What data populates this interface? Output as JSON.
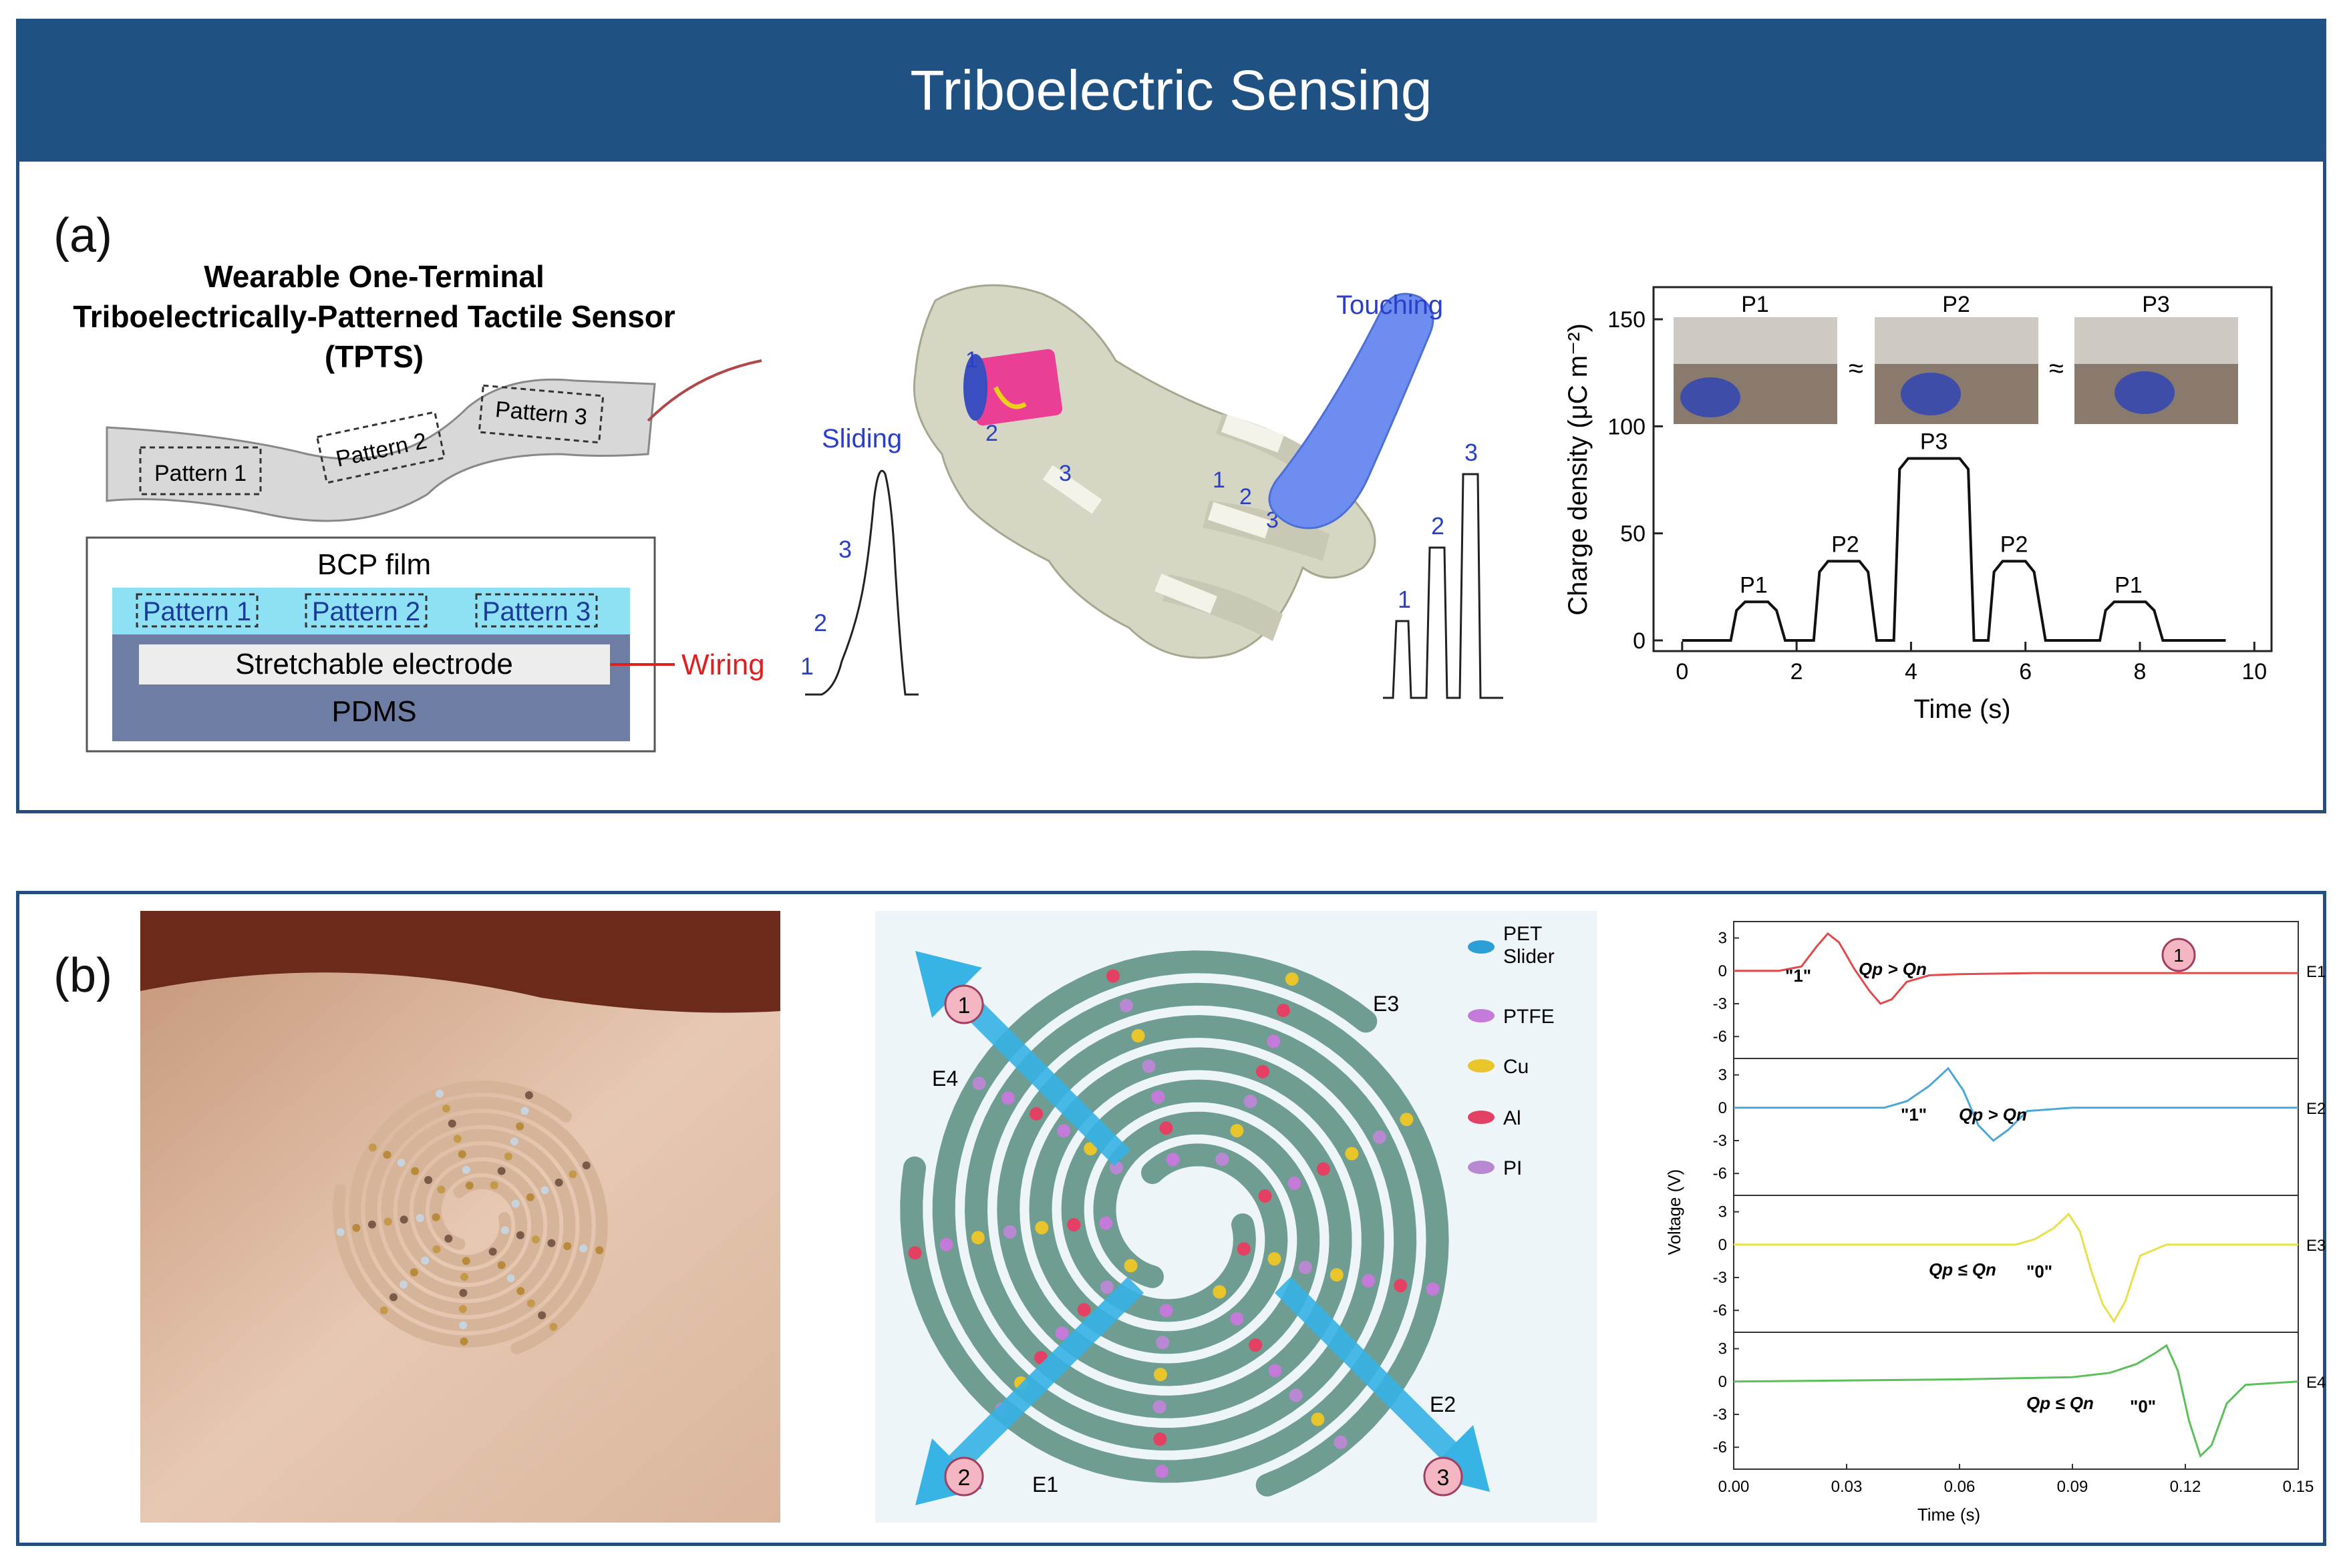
{
  "header": {
    "title": "Triboelectric Sensing"
  },
  "panel_a": {
    "label": "(a)",
    "sensor_title": [
      "Wearable One-Terminal",
      "Triboelectrically-Patterned Tactile Sensor",
      "(TPTS)"
    ],
    "strip_patterns": [
      "Pattern 1",
      "Pattern 2",
      "Pattern 3"
    ],
    "layers": {
      "bcp": "BCP film",
      "patterns": [
        "Pattern 1",
        "Pattern 2",
        "Pattern 3"
      ],
      "electrode": "Stretchable electrode",
      "pdms": "PDMS",
      "wiring": "Wiring"
    },
    "hand": {
      "sliding": "Sliding",
      "touching": "Touching",
      "labels": [
        "1",
        "2",
        "3"
      ]
    },
    "chart": {
      "photo_labels": [
        "P1",
        "P2",
        "P3"
      ],
      "approx_symbol": "≈",
      "point_labels": [
        "P1",
        "P2",
        "P3",
        "P2",
        "P1"
      ]
    }
  },
  "panel_b": {
    "label": "(b)",
    "spiral": {
      "electrodes": [
        "E1",
        "E2",
        "E3",
        "E4"
      ],
      "circles": [
        "1",
        "2",
        "3"
      ],
      "legend": [
        {
          "label": "PET Slider",
          "color": "#2d9fd6"
        },
        {
          "label": "PTFE",
          "color": "#c47ad8"
        },
        {
          "label": "Cu",
          "color": "#e8c52a"
        },
        {
          "label": "Al",
          "color": "#e34063"
        },
        {
          "label": "PI",
          "color": "#b889d2"
        }
      ]
    },
    "wave": {
      "marker": "1",
      "annotations": [
        "\"1\"",
        "Qp > Qn",
        "\"1\"",
        "Qp > Qn",
        "Qp ≤ Qn",
        "\"0\"",
        "Qp ≤ Qn",
        "\"0\""
      ]
    }
  },
  "chart_data": [
    {
      "type": "line",
      "title": "",
      "xlabel": "Time (s)",
      "ylabel": "Charge density (μC m⁻²)",
      "xlim": [
        -0.5,
        10.3
      ],
      "ylim": [
        -5,
        165
      ],
      "xticks": [
        0,
        2,
        4,
        6,
        8,
        10
      ],
      "yticks": [
        0,
        50,
        100,
        150
      ],
      "grid": false,
      "series": [
        {
          "x": [
            0,
            0.85,
            0.95,
            1.1,
            1.5,
            1.65,
            1.8,
            2.3,
            2.4,
            2.55,
            3.1,
            3.25,
            3.4,
            3.7,
            3.8,
            3.95,
            4.85,
            5.0,
            5.1,
            5.35,
            5.45,
            5.6,
            6.0,
            6.15,
            6.35,
            7.3,
            7.4,
            7.55,
            8.1,
            8.25,
            8.4,
            9.5
          ],
          "y": [
            0,
            0,
            14,
            18,
            18,
            14,
            0,
            0,
            32,
            37,
            37,
            32,
            0,
            0,
            80,
            85,
            85,
            80,
            0,
            0,
            32,
            37,
            37,
            32,
            0,
            0,
            14,
            18,
            18,
            14,
            0,
            0
          ]
        }
      ],
      "annotations": [
        {
          "text": "P1",
          "x": 1.25,
          "y": 18
        },
        {
          "text": "P2",
          "x": 2.85,
          "y": 37
        },
        {
          "text": "P3",
          "x": 4.4,
          "y": 85
        },
        {
          "text": "P2",
          "x": 5.8,
          "y": 37
        },
        {
          "text": "P1",
          "x": 7.8,
          "y": 18
        }
      ]
    },
    {
      "type": "line",
      "title": "",
      "xlabel": "Time (s)",
      "ylabel": "Voltage (V)",
      "xlim": [
        0,
        0.15
      ],
      "xticks": [
        0.0,
        0.03,
        0.06,
        0.09,
        0.12,
        0.15
      ],
      "xtick_labels": [
        "0.00",
        "0.03",
        "0.06",
        "0.09",
        "0.12",
        "0.15"
      ],
      "yticks": [
        3,
        0,
        -3,
        -6
      ],
      "ylim": [
        -8,
        4.5
      ],
      "series": [
        {
          "name": "E1",
          "color": "#e04a4a",
          "x": [
            0,
            0.012,
            0.018,
            0.022,
            0.025,
            0.028,
            0.032,
            0.036,
            0.039,
            0.042,
            0.046,
            0.052,
            0.06,
            0.08,
            0.1,
            0.12,
            0.15
          ],
          "y": [
            0,
            0,
            0.4,
            2.2,
            3.4,
            2.6,
            0.2,
            -1.8,
            -3.0,
            -2.6,
            -1.0,
            -0.4,
            -0.3,
            -0.2,
            -0.2,
            -0.2,
            -0.2
          ]
        },
        {
          "name": "E2",
          "color": "#4aa7d8",
          "x": [
            0,
            0.04,
            0.046,
            0.052,
            0.057,
            0.061,
            0.065,
            0.069,
            0.073,
            0.078,
            0.09,
            0.11,
            0.13,
            0.15
          ],
          "y": [
            0,
            0,
            0.6,
            2.0,
            3.6,
            1.6,
            -1.6,
            -3.0,
            -2.0,
            -0.3,
            0,
            0,
            0,
            0
          ]
        },
        {
          "name": "E3",
          "color": "#e6e04a",
          "x": [
            0,
            0.06,
            0.075,
            0.08,
            0.085,
            0.089,
            0.092,
            0.095,
            0.098,
            0.101,
            0.104,
            0.108,
            0.115,
            0.13,
            0.15
          ],
          "y": [
            0,
            0,
            0,
            0.5,
            1.5,
            2.8,
            1.2,
            -2.4,
            -5.4,
            -7.0,
            -5.2,
            -1.0,
            0,
            0,
            0
          ]
        },
        {
          "name": "E4",
          "color": "#5cbf5c",
          "x": [
            0,
            0.06,
            0.09,
            0.1,
            0.107,
            0.112,
            0.115,
            0.118,
            0.121,
            0.124,
            0.127,
            0.131,
            0.136,
            0.15
          ],
          "y": [
            0,
            0.2,
            0.4,
            0.8,
            1.6,
            2.6,
            3.3,
            1.0,
            -3.6,
            -6.8,
            -5.8,
            -2.0,
            -0.3,
            0
          ]
        }
      ]
    }
  ]
}
